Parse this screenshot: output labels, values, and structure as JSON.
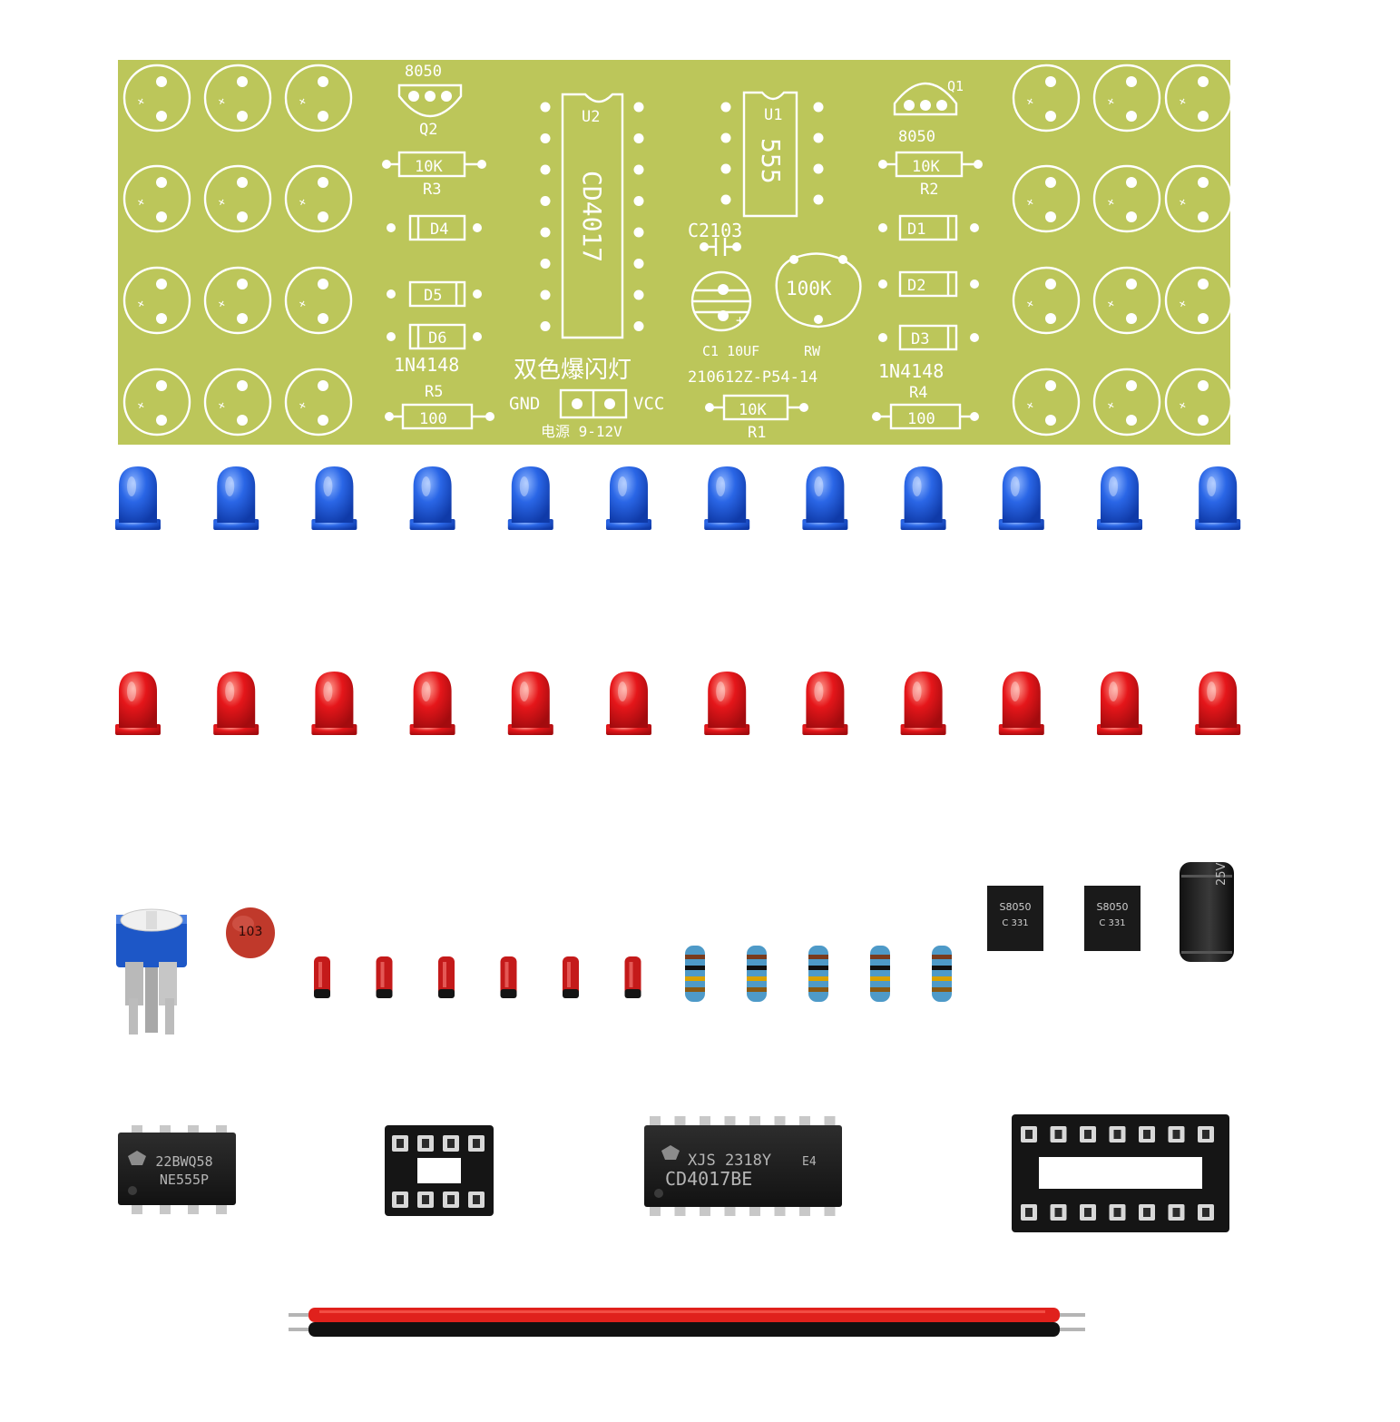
{
  "colors": {
    "pcb": "#bcc65a",
    "pcb_dark": "#a9b348",
    "silkscreen": "#ffffff",
    "led_blue": "#1f5fe0",
    "led_red": "#e0161b",
    "resistor_body": "#4e9ac8",
    "diode_body": "#c41a1a",
    "ic_body": "#1c1c1c",
    "capacitor_ceramic": "#c0392b",
    "wire_red": "#e0211c",
    "wire_black": "#111111"
  },
  "pcb": {
    "q2_top_label": "8050",
    "q2_label": "Q2",
    "q1_label": "Q1",
    "q1_bottom_label": "8050",
    "r3_value": "10K",
    "r3_label": "R3",
    "r2_value": "10K",
    "r2_label": "R2",
    "d4": "D4",
    "d5": "D5",
    "d6": "D6",
    "d1": "D1",
    "d2": "D2",
    "d3": "D3",
    "diode_type_left": "1N4148",
    "diode_type_right": "1N4148",
    "u2_label": "U2",
    "u2_chip": "CD4017",
    "u1_label": "U1",
    "u1_chip": "555",
    "c2_label": "C2103",
    "pot_value": "100K",
    "pot_label": "RW",
    "c1_label": "C1 10UF",
    "title_cn": "双色爆闪灯",
    "board_id": "210612Z-P54-14",
    "gnd": "GND",
    "vcc": "VCC",
    "power_cn": "电源 9-12V",
    "r5_label": "R5",
    "r5_value": "100",
    "r4_label": "R4",
    "r4_value": "100",
    "r1_value": "10K",
    "r1_label": "R1",
    "led_polarity": "+"
  },
  "parts": {
    "blue_led_count": 12,
    "red_led_count": 12,
    "capacitor_code": "103",
    "diode_count": 6,
    "resistor_count": 5,
    "transistor_top": "S8050",
    "transistor_bottom": "C 331",
    "electrolytic_voltage": "25V",
    "ic_555_line1": "22BWQ58",
    "ic_555_line2": "NE555P",
    "ic_4017_line1": "XJS 2318Y",
    "ic_4017_suffix": "E4",
    "ic_4017_line2": "CD4017BE"
  },
  "icons": [
    "pcb-board",
    "led-blue",
    "led-red",
    "trimmer-pot",
    "ceramic-capacitor",
    "diode",
    "resistor",
    "transistor",
    "electrolytic-capacitor",
    "ic-socket",
    "dip-ic",
    "power-wire"
  ]
}
